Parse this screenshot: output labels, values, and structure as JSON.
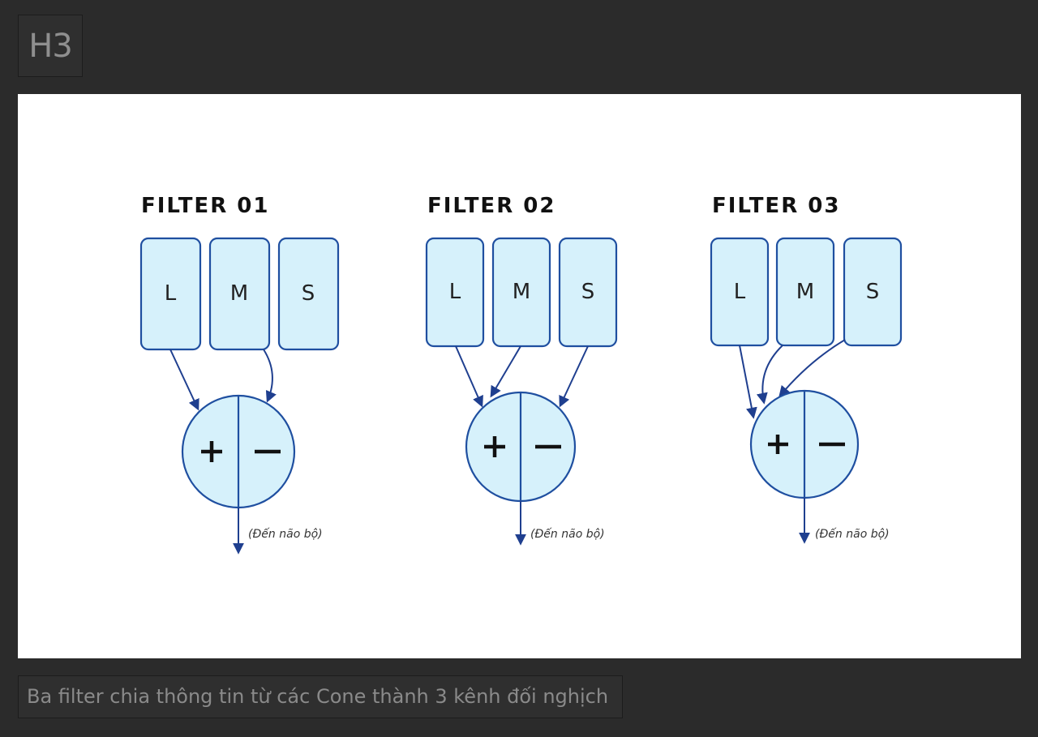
{
  "toolbar": {
    "block_type_label": "H3"
  },
  "figure": {
    "filters": [
      {
        "title": "FILTER 01",
        "cones": [
          "L",
          "M",
          "S"
        ],
        "output_label": "(Đến não bộ)"
      },
      {
        "title": "FILTER 02",
        "cones": [
          "L",
          "M",
          "S"
        ],
        "output_label": "(Đến não bộ)"
      },
      {
        "title": "FILTER 03",
        "cones": [
          "L",
          "M",
          "S"
        ],
        "output_label": "(Đến não bộ)"
      }
    ],
    "colors": {
      "fill": "#d6f1fb",
      "stroke": "#1f4fa0",
      "arrow": "#1f3f8f"
    }
  },
  "caption": {
    "text": "Ba filter chia thông tin từ các Cone thành 3 kênh đối nghịch"
  }
}
